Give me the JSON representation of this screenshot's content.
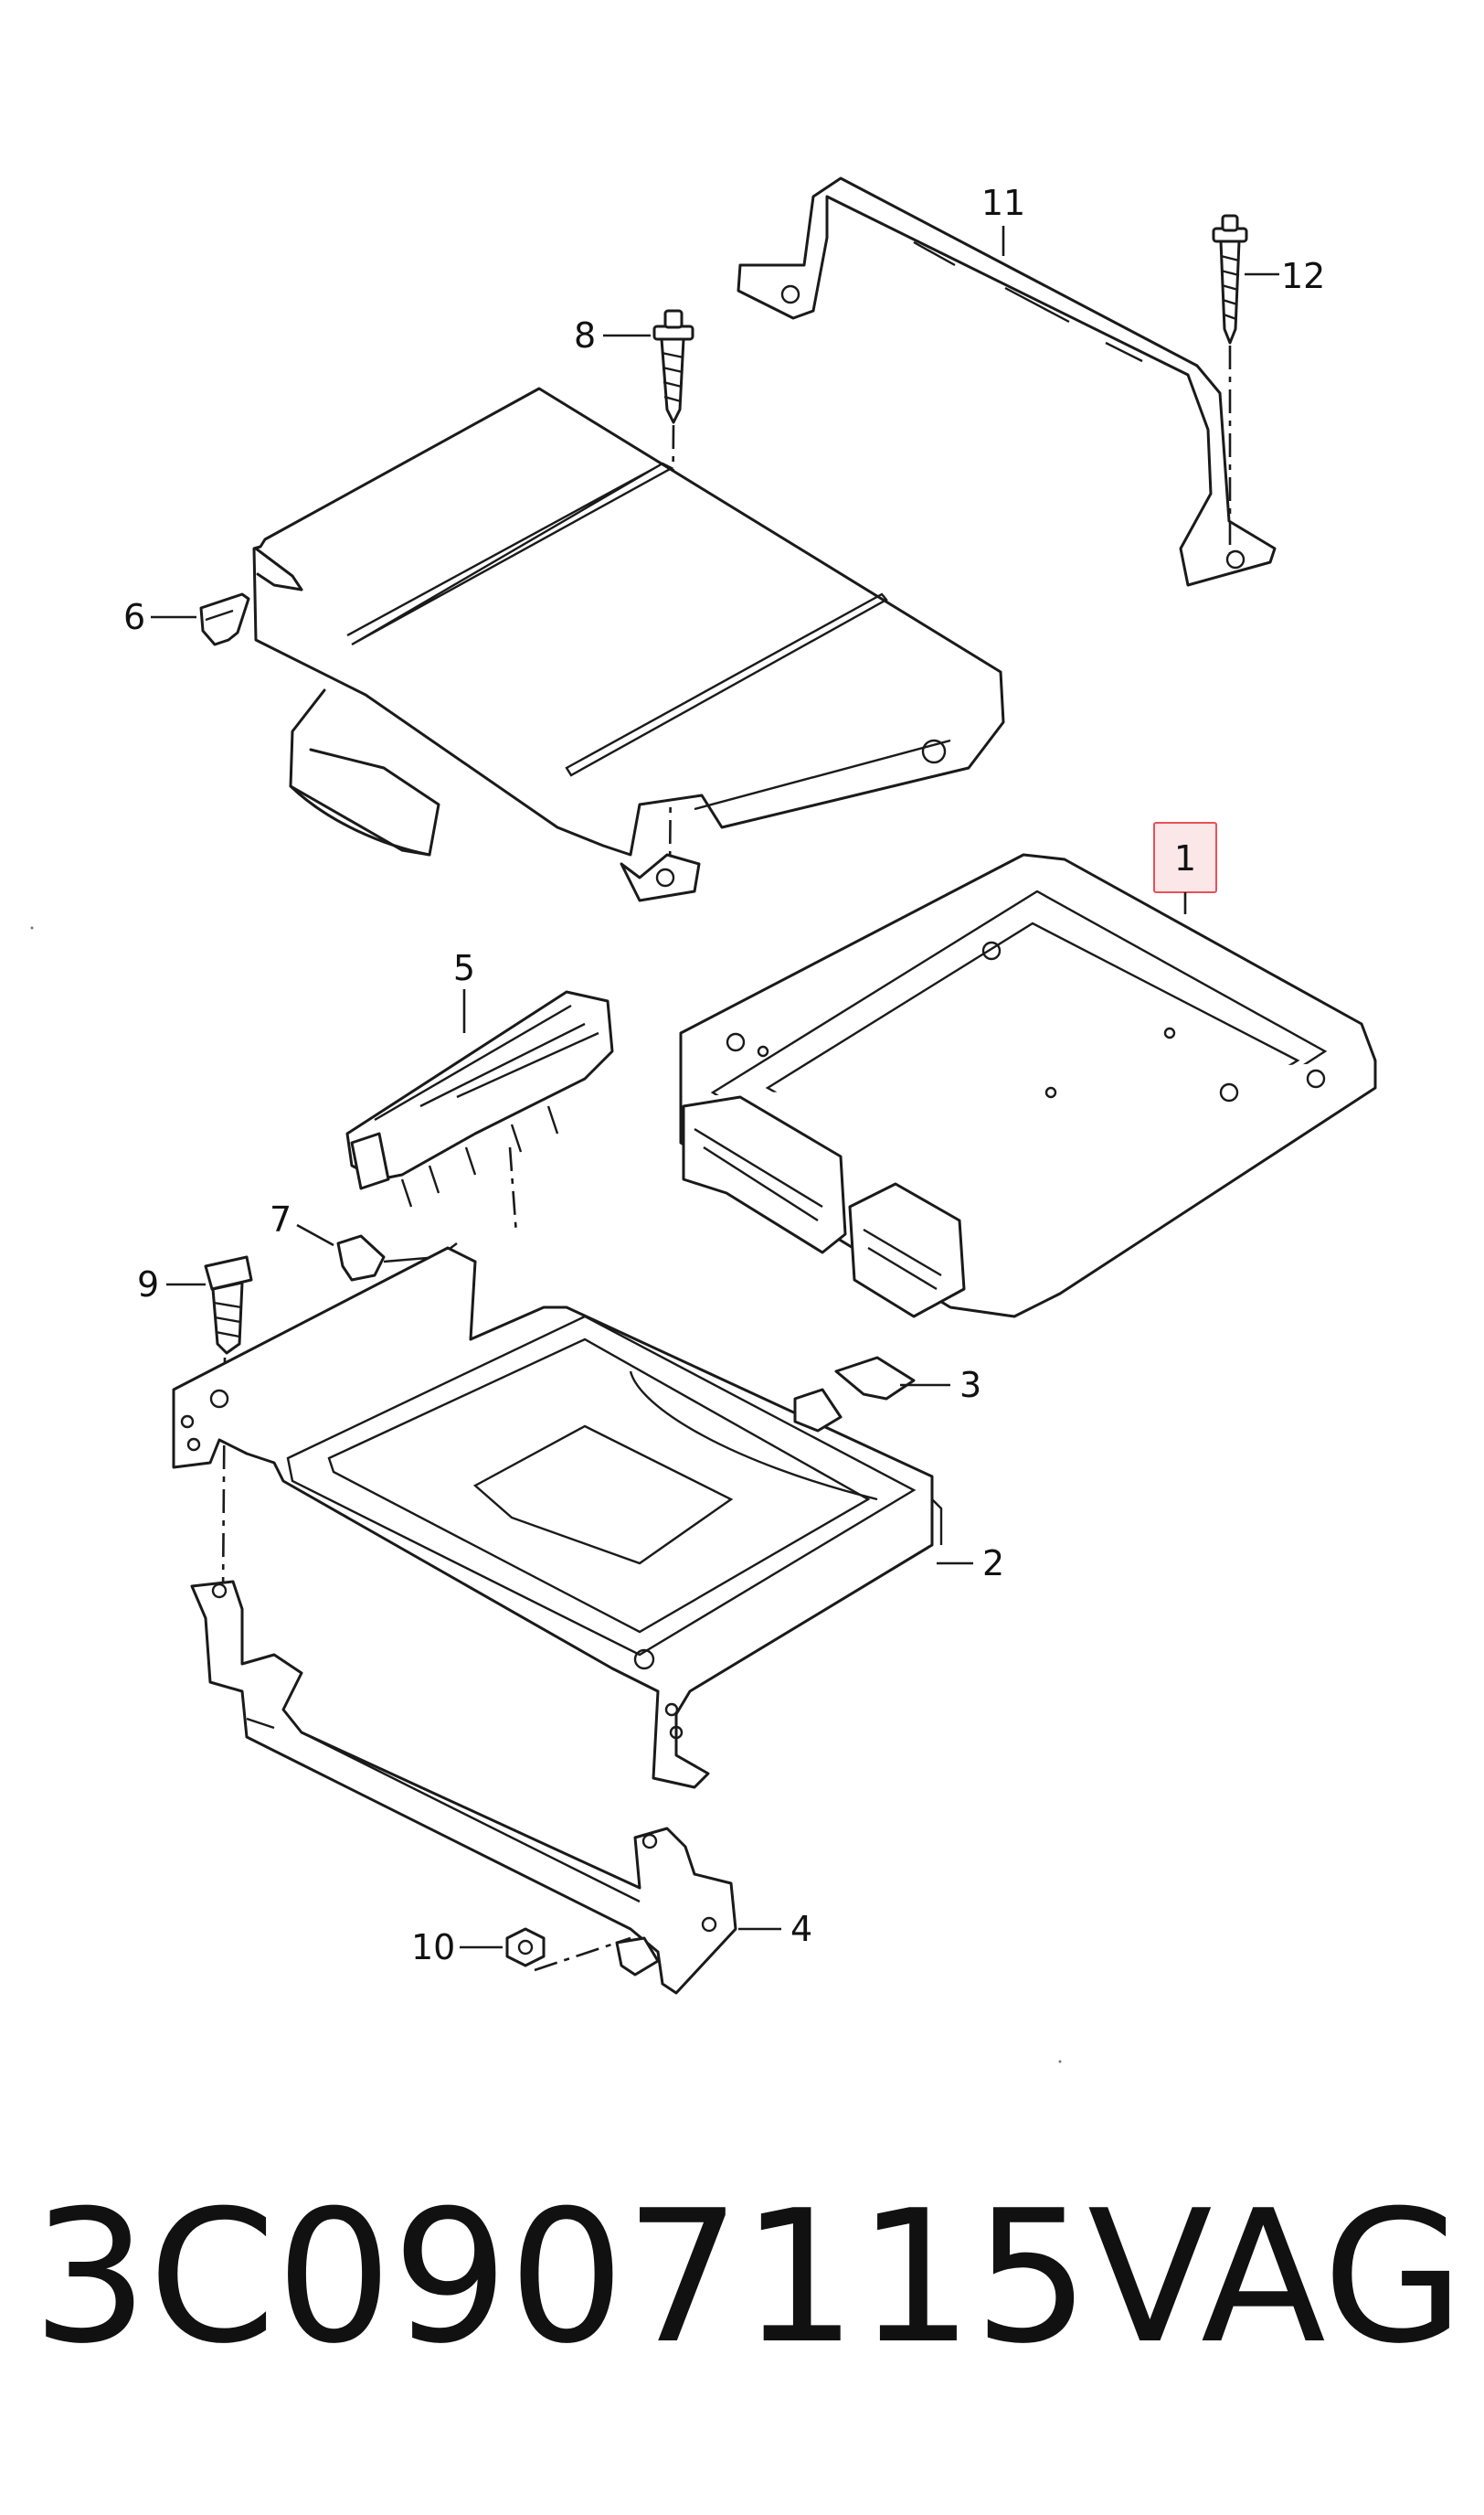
{
  "callouts": {
    "c1": "1",
    "c2": "2",
    "c3": "3",
    "c4": "4",
    "c5": "5",
    "c6": "6",
    "c7": "7",
    "c8": "8",
    "c9": "9",
    "c10": "10",
    "c11": "11",
    "c12": "12"
  },
  "footer": {
    "part_number": "3C0907115",
    "brand": "VAG"
  },
  "colors": {
    "line": "#1a1a1a",
    "highlight_border": "#e8505b",
    "highlight_fill": "#fbe6e8"
  }
}
